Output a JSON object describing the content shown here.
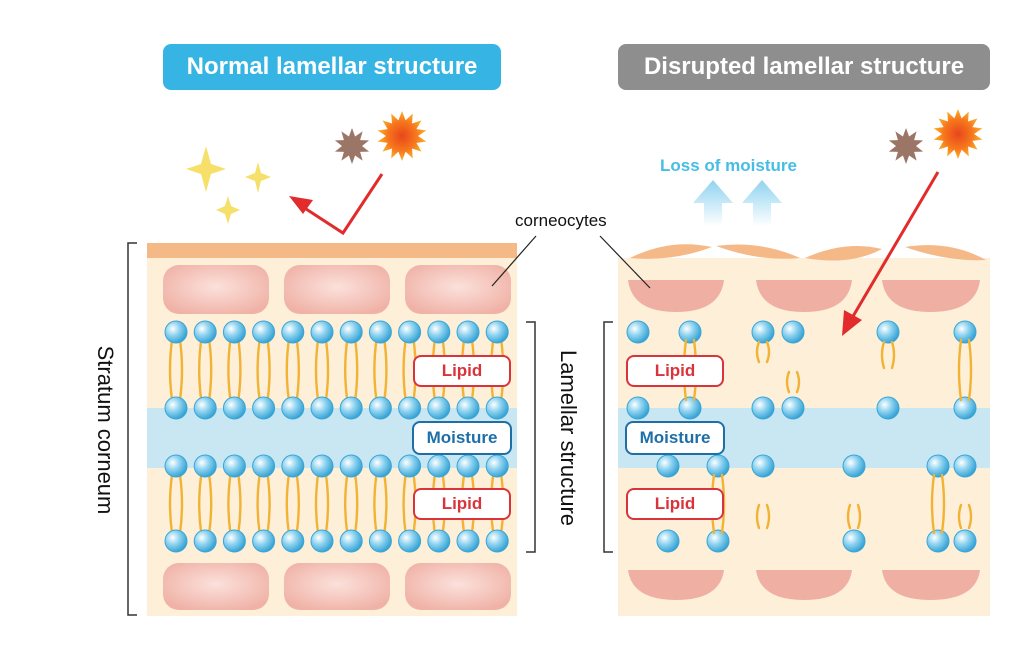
{
  "titles": {
    "normal": "Normal lamellar structure",
    "disrupted": "Disrupted lamellar structure"
  },
  "labels": {
    "lipid": "Lipid",
    "moisture": "Moisture",
    "corneocytes": "corneocytes",
    "loss_of_moisture": "Loss of moisture",
    "stratum_corneum": "Stratum corneum",
    "lamellar_structure": "Lamellar structure"
  },
  "colors": {
    "title_normal_bg": "#36b5e5",
    "title_disrupted_bg": "#8e8e8e",
    "skin_base": "#fdefd8",
    "top_layer": "#f5b987",
    "corneocyte": "#f1b7ad",
    "moisture_band": "#c9e7f3",
    "lipid_head": "#55bde6",
    "lipid_tail": "#f2b234",
    "lipid_red": "#d9343b",
    "moisture_blue": "#1e6fa8",
    "arrow_red": "#e22b2b",
    "moisture_arrow": "#a9dcf4",
    "sun": "#f59a22",
    "pollutant": "#9b7666",
    "sparkle": "#f6e06a"
  }
}
